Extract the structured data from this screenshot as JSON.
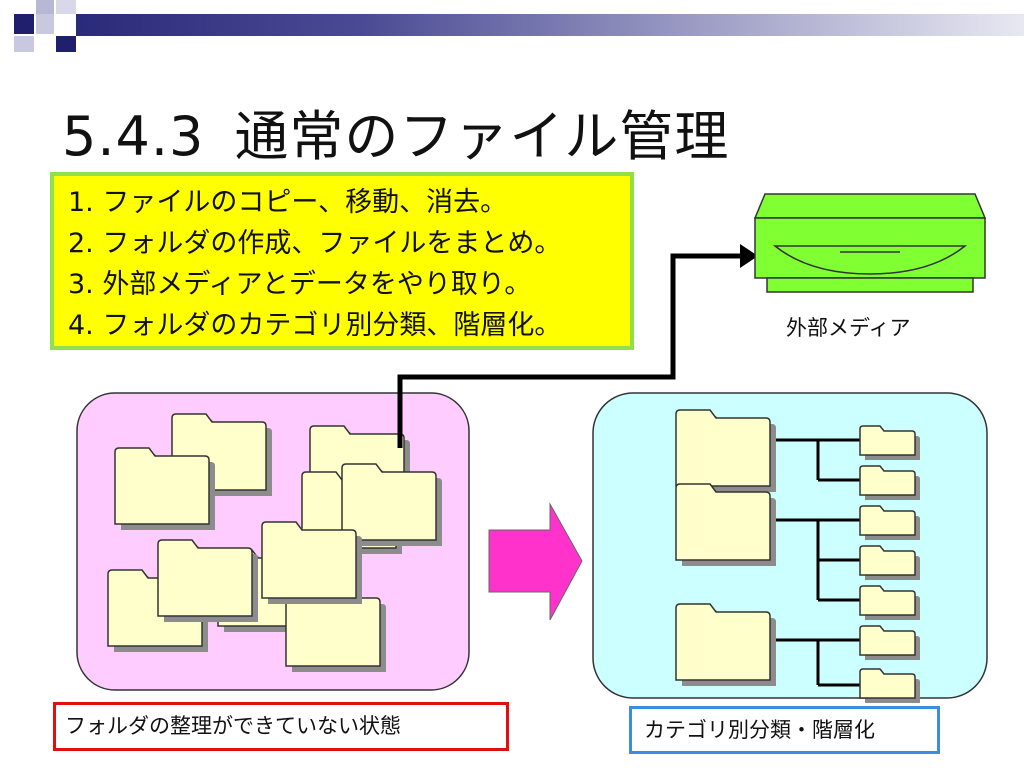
{
  "title": {
    "number": "5.4.3",
    "text": "通常のファイル管理"
  },
  "tasks": [
    "1. ファイルのコピー、移動、消去。",
    "2. フォルダの作成、ファイルをまとめ。",
    "3. 外部メディアとデータをやり取り。",
    "4. フォルダのカテゴリ別分類、階層化。"
  ],
  "external_media_label": "外部メディア",
  "unorganized_label": "フォルダの整理ができていない状態",
  "organized_label": "カテゴリ別分類・階層化",
  "icons": {
    "drive": "external-drive-icon",
    "folder": "folder-icon",
    "arrow": "right-arrow-icon"
  },
  "colors": {
    "task_box_bg": "#ffff00",
    "task_box_border": "#8fe04a",
    "left_panel": "#ffccff",
    "right_panel": "#ccffff",
    "arrow": "#ff33cc",
    "drive": "#80ff33",
    "folder": "#ffffcc",
    "state_border": "#e01010",
    "category_border": "#3b8de0"
  }
}
